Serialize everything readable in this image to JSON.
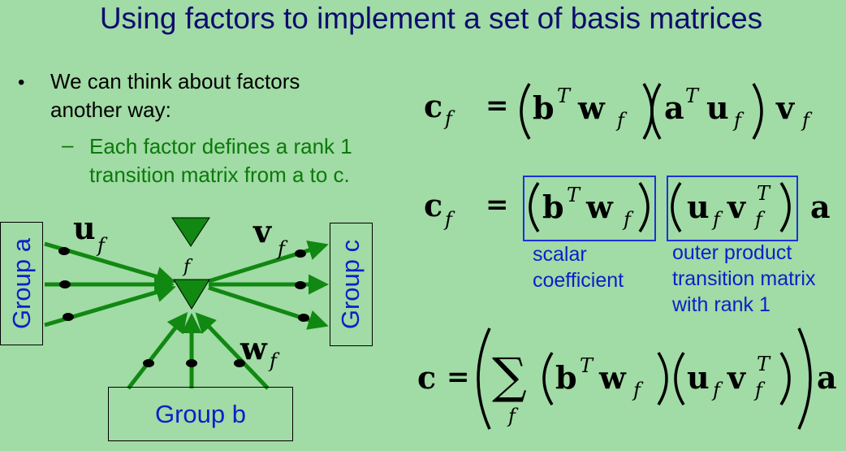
{
  "title": "Using factors to implement a set of basis matrices",
  "bullet": {
    "marker": "•",
    "text": "We can think about factors another way:",
    "sub_marker": "–",
    "sub_text": "Each factor defines a rank 1 transition matrix from a to c."
  },
  "diagram": {
    "group_a": "Group a",
    "group_b": "Group b",
    "group_c": "Group c",
    "label_u": "u",
    "label_v": "v",
    "label_w": "w",
    "label_f": "f",
    "subscript": "f"
  },
  "equations": {
    "eq1": {
      "lhs": "c",
      "lhs_sub": "f",
      "equals": "=",
      "paren1": "b",
      "paren1_sup": "T",
      "paren1_var": "w",
      "paren1_sub": "f",
      "paren2": "a",
      "paren2_sup": "T",
      "paren2_var": "u",
      "paren2_sub": "f",
      "tail": "v",
      "tail_sub": "f"
    },
    "eq2": {
      "lhs": "c",
      "lhs_sub": "f",
      "equals": "=",
      "paren1": "b",
      "paren1_sup": "T",
      "paren1_var": "w",
      "paren1_sub": "f",
      "paren2": "u",
      "paren2_sub": "f",
      "paren2_var": "v",
      "paren2_sup": "T",
      "paren2_sub2": "f",
      "tail": "a"
    },
    "eq3": {
      "lhs": "c",
      "equals": "=",
      "sum": "∑",
      "sum_sub": "f",
      "paren1": "b",
      "paren1_sup": "T",
      "paren1_var": "w",
      "paren1_sub": "f",
      "paren2": "u",
      "paren2_sub": "f",
      "paren2_var": "v",
      "paren2_sup": "T",
      "paren2_sub2": "f",
      "tail": "a"
    }
  },
  "annotations": {
    "scalar": "scalar coefficient",
    "outer": "outer product transition matrix with rank 1"
  },
  "colors": {
    "background": "#a1dba5",
    "title": "#0c0c6e",
    "sub_bullet": "#0a7a0a",
    "group_text": "#0c1fc8",
    "arrow": "#118811",
    "box": "#1a33d8"
  }
}
